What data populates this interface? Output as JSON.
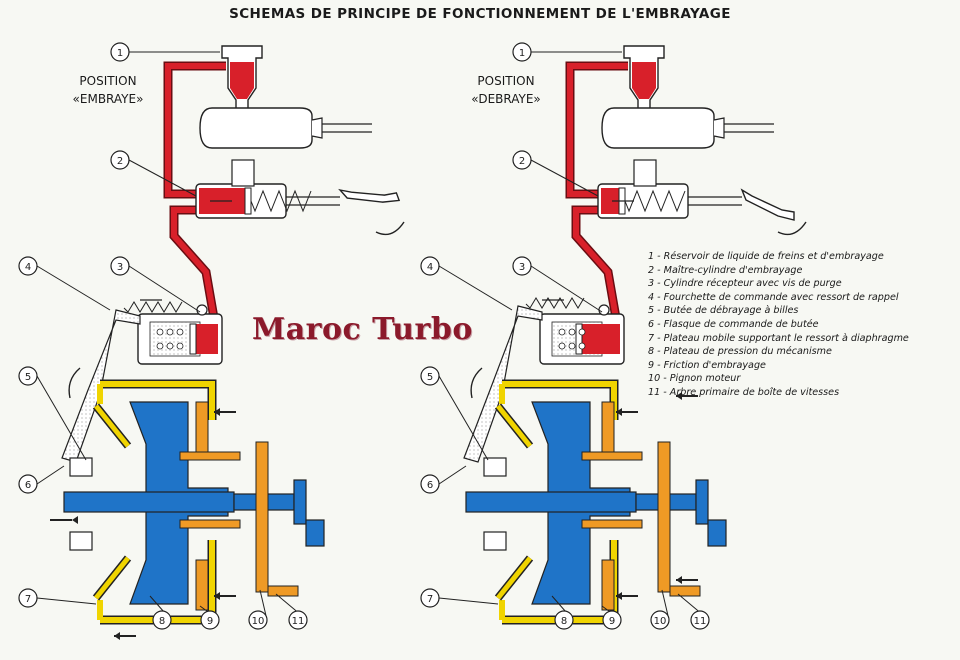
{
  "title": "SCHEMAS DE PRINCIPE DE FONCTIONNEMENT DE L'EMBRAYAGE",
  "left_position": {
    "line1": "POSITION",
    "line2": "«EMBRAYE»"
  },
  "right_position": {
    "line1": "POSITION",
    "line2": "«DEBRAYE»"
  },
  "watermark": "Maroc Turbo",
  "callouts": [
    "1",
    "2",
    "3",
    "4",
    "5",
    "6",
    "7",
    "8",
    "9",
    "10",
    "11"
  ],
  "legend": [
    "1 - Réservoir de liquide de freins et d'embrayage",
    "2 - Maître-cylindre d'embrayage",
    "3 - Cylindre récepteur avec vis de purge",
    "4 - Fourchette de commande avec ressort de rappel",
    "5 - Butée de débrayage à billes",
    "6 - Flasque de commande de butée",
    "7 - Plateau mobile supportant le ressort à diaphragme",
    "8 - Plateau de pression du mécanisme",
    "9 - Friction d'embrayage",
    "10 - Pignon moteur",
    "11 - Arbre primaire de boîte de vitesses"
  ],
  "colors": {
    "fluid": "#d8202a",
    "housing": "#f0d400",
    "plate": "#1f74c8",
    "gear": "#ef9a25",
    "outline": "#222222"
  }
}
